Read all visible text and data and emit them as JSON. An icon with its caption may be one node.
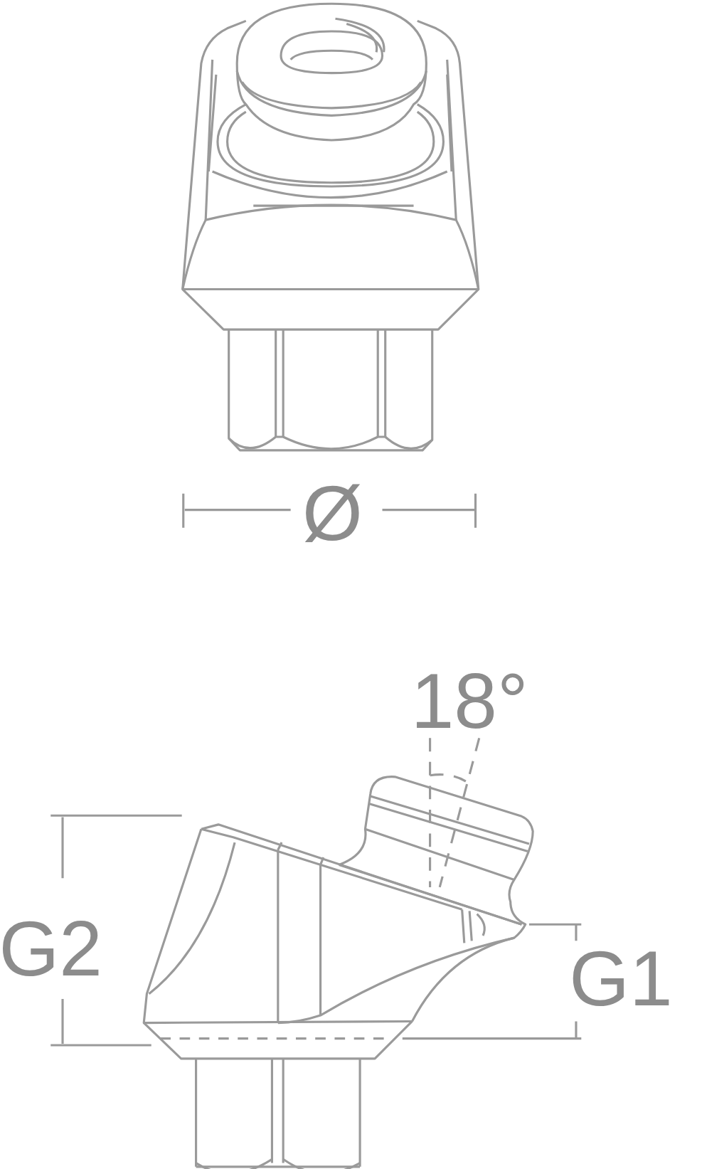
{
  "diagram": {
    "labels": [
      "Ø",
      "18°",
      "G2",
      "G1"
    ]
  }
}
